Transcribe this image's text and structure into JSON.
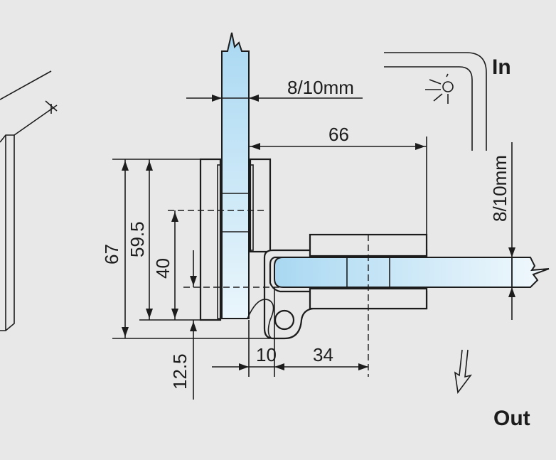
{
  "labels": {
    "in": "In",
    "out": "Out"
  },
  "dimensions": {
    "glass_thickness_top": "8/10mm",
    "glass_thickness_side": "8/10mm",
    "d66": "66",
    "d67": "67",
    "d59_5": "59.5",
    "d40": "40",
    "d12_5": "12.5",
    "d10": "10",
    "d34": "34"
  },
  "colors": {
    "background": "#e8e8e9",
    "glass_top": "#a9d8f2",
    "glass_bottom": "#eaf6fc",
    "line": "#1c1c1c"
  }
}
